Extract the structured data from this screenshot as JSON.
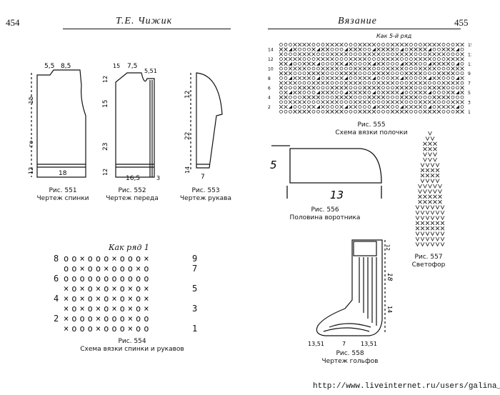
{
  "left_page": {
    "page_number": "454",
    "running_head": "Т.Е. Чижик",
    "figures": {
      "fig551": {
        "caption_number": "Рис. 551",
        "caption_title": "Чертеж спинки",
        "dims": {
          "top_a": "5,5",
          "top_b": "8,5",
          "height_upper": "15",
          "height_lower": "го",
          "rib": "12",
          "width": "18"
        }
      },
      "fig552": {
        "caption_number": "Рис. 552",
        "caption_title": "Чертеж переда",
        "dims": {
          "top_a": "15",
          "top_b": "7,5",
          "top_c": "5,51",
          "shoulder": "12",
          "height_upper": "15",
          "height_lower": "23",
          "rib": "12",
          "width": "16,5",
          "band": "3"
        }
      },
      "fig553": {
        "caption_number": "Рис. 553",
        "caption_title": "Чертеж рукава",
        "dims": {
          "cap": "12",
          "length": "22",
          "cuff": "14",
          "width": "7"
        }
      },
      "fig554": {
        "caption_number": "Рис. 554",
        "caption_title": "Схема вязки спинки и рукавов",
        "header": "Как ряд 1",
        "rows": [
          {
            "left": "8",
            "right": "9",
            "cells": "OOXOOOXOOOX"
          },
          {
            "left": "",
            "right": "7",
            "cells": "OOXOOXOOOXO"
          },
          {
            "left": "6",
            "right": "",
            "cells": "OOOOOOOOOOO"
          },
          {
            "left": "",
            "right": "5",
            "cells": "XOXOXOXOXOX"
          },
          {
            "left": "4",
            "right": "",
            "cells": "XOXOXOXOXOX"
          },
          {
            "left": "",
            "right": "3",
            "cells": "XOXOXOXOXOX"
          },
          {
            "left": "2",
            "right": "",
            "cells": "XOOOXOOOXOO"
          },
          {
            "left": "",
            "right": "1",
            "cells": "XOOOXOOOXOO"
          }
        ]
      }
    }
  },
  "right_page": {
    "page_number": "455",
    "running_head": "Вязание",
    "figures": {
      "fig555": {
        "caption_number": "Рис. 555",
        "caption_title": "Схема вязки полочки",
        "header": "Как 5-й ряд",
        "row_labels_left": [
          "14",
          "12",
          "10",
          "8",
          "6",
          "4",
          "2"
        ],
        "row_labels_right": [
          "15",
          "13",
          "11",
          "9",
          "7",
          "5",
          "3",
          "1"
        ]
      },
      "fig556": {
        "caption_number": "Рис. 556",
        "caption_title": "Половина воротника",
        "dims": {
          "height": "5",
          "width": "13"
        }
      },
      "fig557": {
        "caption_number": "Рис. 557",
        "caption_title": "Светофор"
      },
      "fig558": {
        "caption_number": "Рис. 558",
        "caption_title": "Чертеж гольфов",
        "dims": {
          "top": "12",
          "leg": "18",
          "ankle": "14",
          "foot_a": "13,51",
          "foot_b": "7",
          "foot_c": "13,51"
        }
      }
    }
  },
  "footer_url": "http://www.liveinternet.ru/users/galina_o/"
}
